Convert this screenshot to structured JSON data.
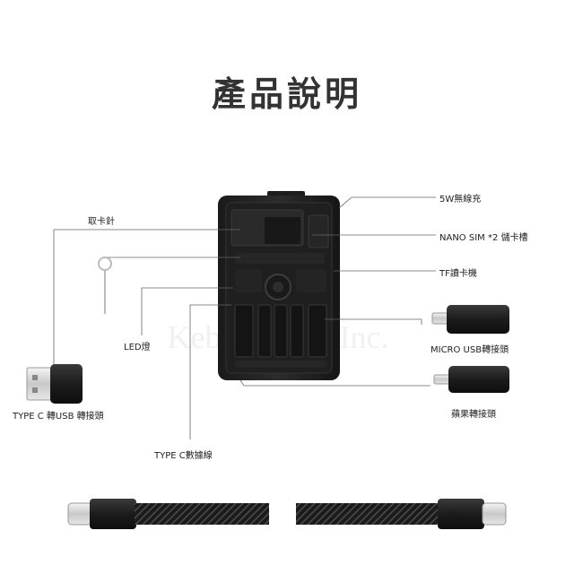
{
  "title": "產品說明",
  "labels": {
    "wireless": "5W無線充",
    "nano_sim": "NANO SIM *2 儲卡槽",
    "tf": "TF讀卡機",
    "sim_pin": "取卡針",
    "led": "LED燈",
    "micro_usb": "MICRO USB轉接頭",
    "typec_usb": "TYPE C 轉USB 轉接頭",
    "apple": "蘋果轉接頭",
    "typec_cable": "TYPE C數據線"
  },
  "watermark": "Kebe Global Inc."
}
